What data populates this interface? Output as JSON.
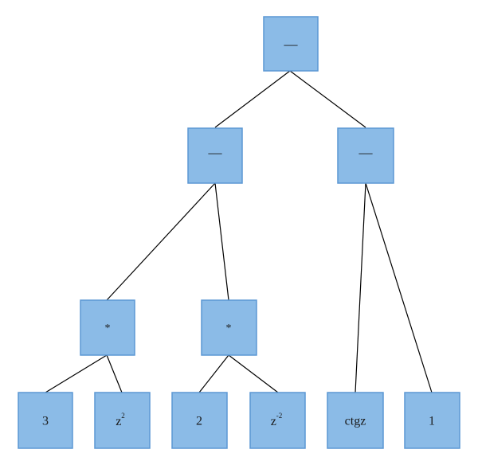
{
  "tree": {
    "root": {
      "label": "—"
    },
    "left_minus": {
      "label": "—"
    },
    "right_minus": {
      "label": "—"
    },
    "mult_left": {
      "label": "*"
    },
    "mult_right": {
      "label": "*"
    },
    "leaf_3": {
      "label": "3"
    },
    "leaf_z2": {
      "base": "z",
      "exponent": "2"
    },
    "leaf_2": {
      "label": "2"
    },
    "leaf_zneg2": {
      "base": "z",
      "exponent": "-2"
    },
    "leaf_ctgz": {
      "label": "ctgz"
    },
    "leaf_1": {
      "label": "1"
    }
  },
  "colors": {
    "node_fill": "#8bbbe7",
    "node_border": "#5b97d4",
    "edge": "#000000"
  }
}
